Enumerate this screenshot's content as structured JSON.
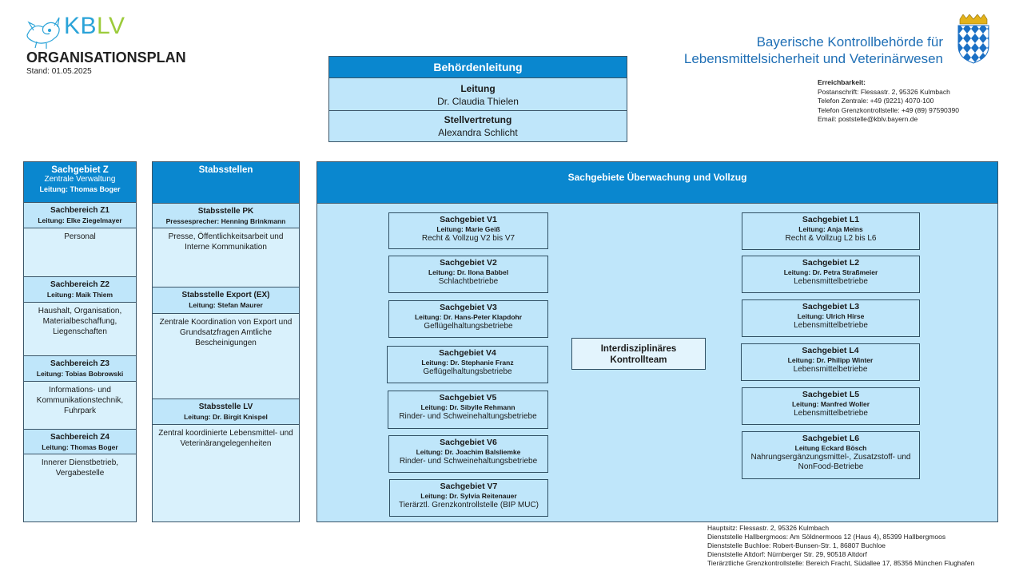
{
  "header": {
    "logo_text_a": "KB",
    "logo_text_b": "LV",
    "title": "ORGANISATIONSPLAN",
    "date": "Stand: 01.05.2025",
    "authority_line1": "Bayerische Kontrollbehörde für",
    "authority_line2": "Lebensmittelsicherheit und Veterinärwesen"
  },
  "contact": {
    "heading": "Erreichbarkeit:",
    "lines": [
      "Postanschrift: Flessastr. 2, 95326  Kulmbach",
      "Telefon Zentrale: +49 (9221) 4070-100",
      "Telefon Grenzkontrollstelle: +49 (89) 97590390",
      "Email: poststelle@kblv.bayern.de"
    ]
  },
  "leadership": {
    "title": "Behördenleitung",
    "lead_label": "Leitung",
    "lead_name": "Dr. Claudia Thielen",
    "deputy_label": "Stellvertretung",
    "deputy_name": "Alexandra Schlicht"
  },
  "col_z": {
    "title": "Sachgebiet Z",
    "subtitle": "Zentrale Verwaltung",
    "manager": "Leitung: Thomas Boger",
    "units": [
      {
        "title": "Sachbereich Z1",
        "manager": "Leitung: Elke Ziegelmayer",
        "desc": "Personal"
      },
      {
        "title": "Sachbereich Z2",
        "manager": "Leitung: Maik Thiem",
        "desc": "Haushalt, Organisation, Materialbeschaffung, Liegenschaften"
      },
      {
        "title": "Sachbereich Z3",
        "manager": "Leitung: Tobias Bobrowski",
        "desc": "Informations- und Kommunikationstechnik, Fuhrpark"
      },
      {
        "title": "Sachbereich Z4",
        "manager": "Leitung: Thomas Boger",
        "desc": "Innerer Dienstbetrieb, Vergabestelle"
      }
    ]
  },
  "col_stab": {
    "title": "Stabsstellen",
    "units": [
      {
        "title": "Stabsstelle PK",
        "manager": "Pressesprecher: Henning Brinkmann",
        "desc": "Presse, Öffentlichkeitsarbeit und Interne Kommunikation"
      },
      {
        "title": "Stabsstelle Export (EX)",
        "manager": "Leitung: Stefan Maurer",
        "desc": "Zentrale Koordination  von Export und Grundsatzfragen Amtliche Bescheinigungen"
      },
      {
        "title": "Stabsstelle LV",
        "manager": "Leitung: Dr. Birgit Knispel",
        "desc": "Zentral koordinierte Lebensmittel- und Veterinärangelegenheiten"
      }
    ]
  },
  "main": {
    "title": "Sachgebiete Überwachung und Vollzug",
    "ikt_line1": "Interdisziplinäres",
    "ikt_line2": "Kontrollteam",
    "v": [
      {
        "title": "Sachgebiet V1",
        "manager": "Leitung: Marie Geiß",
        "desc": "Recht & Vollzug V2 bis V7"
      },
      {
        "title": "Sachgebiet V2",
        "manager": "Leitung: Dr. Ilona Babbel",
        "desc": "Schlachtbetriebe"
      },
      {
        "title": "Sachgebiet V3",
        "manager": "Leitung: Dr. Hans-Peter Klapdohr",
        "desc": "Geflügelhaltungsbetriebe"
      },
      {
        "title": "Sachgebiet V4",
        "manager": "Leitung: Dr. Stephanie Franz",
        "desc": "Geflügelhaltungsbetriebe"
      },
      {
        "title": "Sachgebiet V5",
        "manager": "Leitung: Dr. Sibylle Rehmann",
        "desc": "Rinder- und Schweinehaltungsbetriebe"
      },
      {
        "title": "Sachgebiet V6",
        "manager": "Leitung: Dr. Joachim Balsliemke",
        "desc": "Rinder- und Schweinehaltungsbetriebe"
      },
      {
        "title": "Sachgebiet V7",
        "manager": "Leitung: Dr. Sylvia Reitenauer",
        "desc": "Tierärztl. Grenzkontrollstelle (BIP MUC)"
      }
    ],
    "l": [
      {
        "title": "Sachgebiet L1",
        "manager": "Leitung: Anja Meins",
        "desc": "Recht & Vollzug L2 bis L6"
      },
      {
        "title": "Sachgebiet L2",
        "manager": "Leitung: Dr. Petra Straßmeier",
        "desc": "Lebensmittelbetriebe"
      },
      {
        "title": "Sachgebiet L3",
        "manager": "Leitung: Ulrich Hirse",
        "desc": "Lebensmittelbetriebe"
      },
      {
        "title": "Sachgebiet L4",
        "manager": "Leitung: Dr. Philipp Winter",
        "desc": "Lebensmittelbetriebe"
      },
      {
        "title": "Sachgebiet L5",
        "manager": "Leitung: Manfred Woller",
        "desc": "Lebensmittelbetriebe"
      },
      {
        "title": "Sachgebiet L6",
        "manager": "Leitung Eckard Bösch",
        "desc": "Nahrungsergänzungsmittel-, Zusatzstoff- und NonFood-Betriebe"
      }
    ]
  },
  "footer": {
    "lines": [
      "Hauptsitz: Flessastr. 2, 95326 Kulmbach",
      "Dienststelle Hallbergmoos: Am Söldnermoos 12 (Haus 4), 85399 Hallbergmoos",
      "Dienststelle Buchloe: Robert-Bunsen-Str. 1, 86807 Buchloe",
      "Dienststelle Altdorf: Nürnberger Str. 29, 90518 Altdorf",
      "Tierärztliche Grenzkontrollstelle: Bereich Fracht, Südallee 17, 85356 München Flughafen"
    ]
  },
  "colors": {
    "header_blue": "#0a87cf",
    "box_light": "#bfe6fa",
    "authority_text": "#1f6fb5",
    "logo_blue": "#2aa3d8",
    "logo_green": "#9ccb3b"
  }
}
